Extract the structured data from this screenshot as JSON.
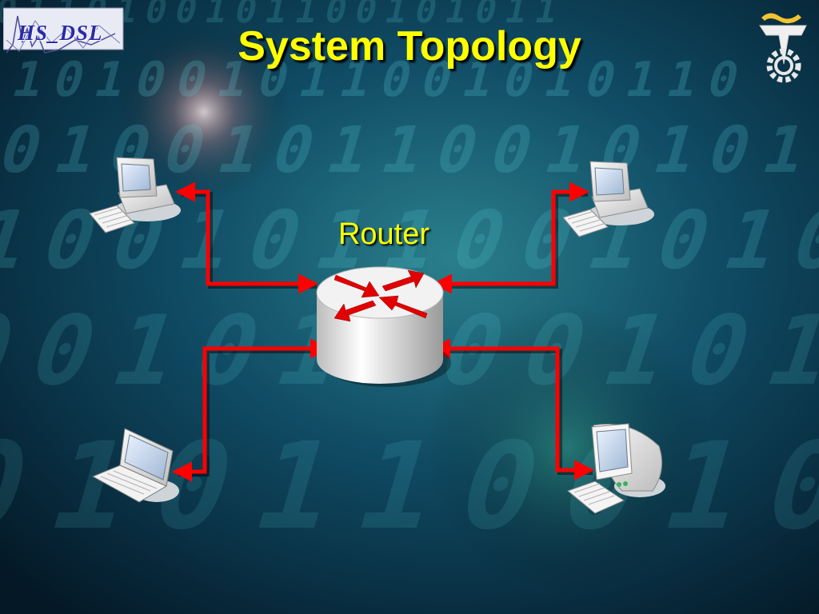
{
  "slide": {
    "title": "System Topology",
    "logo_left_text": "HS_DSL"
  },
  "diagram": {
    "router_label": "Router",
    "link_color": "#ff0000",
    "label_color": "#ffff00",
    "nodes": [
      {
        "id": "router",
        "icon": "router-icon"
      },
      {
        "id": "desktop-top-left",
        "icon": "desktop-computer-icon"
      },
      {
        "id": "desktop-top-right",
        "icon": "desktop-computer-icon"
      },
      {
        "id": "laptop-bottom-left",
        "icon": "laptop-icon"
      },
      {
        "id": "imac-bottom-right",
        "icon": "imac-computer-icon"
      }
    ],
    "edges": [
      {
        "from": "router",
        "to": "desktop-top-left"
      },
      {
        "from": "router",
        "to": "desktop-top-right"
      },
      {
        "from": "router",
        "to": "laptop-bottom-left"
      },
      {
        "from": "router",
        "to": "imac-bottom-right"
      }
    ]
  }
}
